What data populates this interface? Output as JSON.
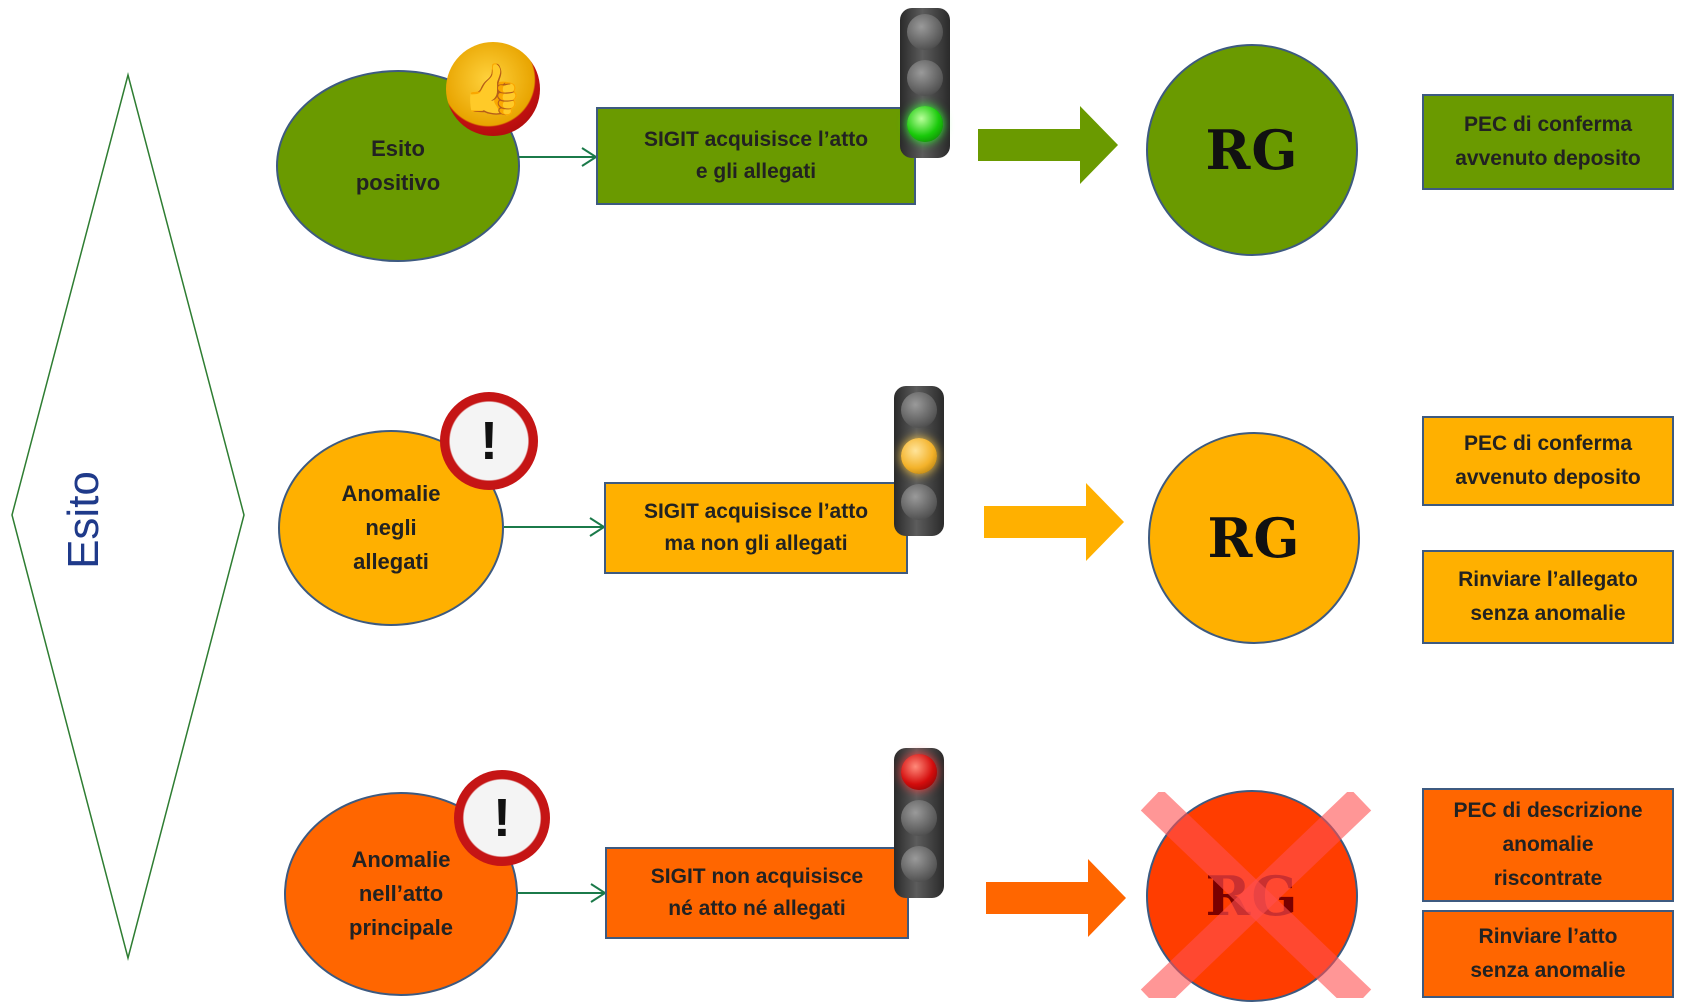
{
  "side_label": "Esito",
  "rows": [
    {
      "id": "positivo",
      "outcome_label": "Esito\npositivo",
      "action_label": "SIGIT acquisisce l’atto\ne gli allegati",
      "rg_label": "RG",
      "rg_crossed": false,
      "traffic_light": "green",
      "badge_icon": "thumbs-up-icon",
      "color": "#6a9a00",
      "notices": [
        "PEC di conferma\navvenuto deposito"
      ]
    },
    {
      "id": "anomalie-allegati",
      "outcome_label": "Anomalie\nnegli\nallegati",
      "action_label": "SIGIT acquisisce l’atto\nma non gli allegati",
      "rg_label": "RG",
      "rg_crossed": false,
      "traffic_light": "amber",
      "badge_icon": "warning-icon",
      "color": "#ffb000",
      "notices": [
        "PEC di conferma\navvenuto deposito",
        "Rinviare l’allegato\nsenza anomalie"
      ]
    },
    {
      "id": "anomalie-atto",
      "outcome_label": "Anomalie\nnell’atto\nprincipale",
      "action_label": "SIGIT non acquisisce\nné atto né allegati",
      "rg_label": "RG",
      "rg_crossed": true,
      "traffic_light": "red",
      "badge_icon": "warning-icon",
      "color": "#ff6600",
      "notices": [
        "PEC di descrizione\nanomalie\nriscontrate",
        "Rinviare l’atto\nsenza anomalie"
      ]
    }
  ]
}
